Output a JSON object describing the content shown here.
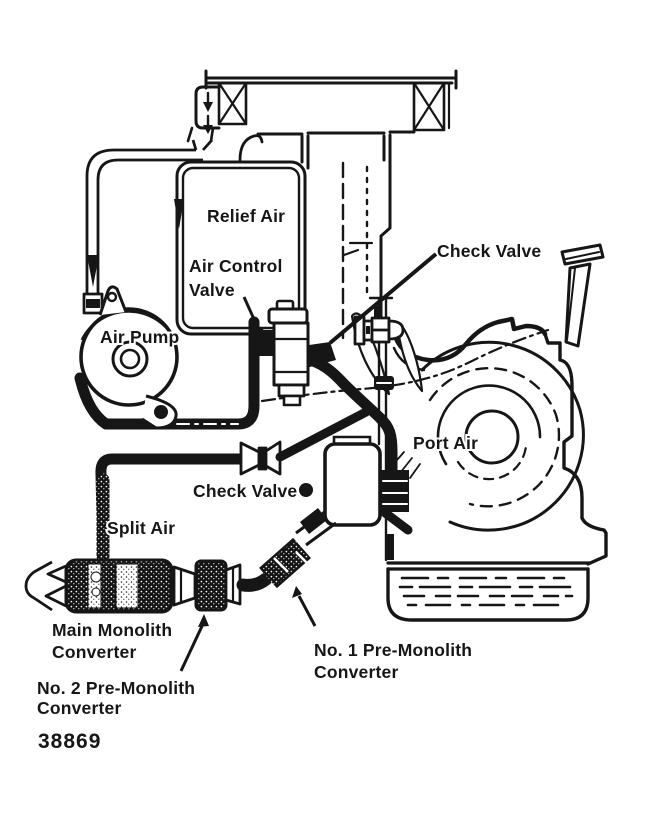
{
  "figure": {
    "number": "38869"
  },
  "colors": {
    "ink": "#161616",
    "paper": "#ffffff"
  },
  "labels": {
    "relief_air": "Relief Air",
    "air_control_1": "Air Control",
    "air_control_2": "Valve",
    "check_valve_top": "Check Valve",
    "air_pump": "Air Pump",
    "port_air": "Port Air",
    "check_valve_bottom": "Check Valve",
    "split_air": "Split Air",
    "main_monolith_1": "Main Monolith",
    "main_monolith_2": "Converter",
    "no2_pre_monolith_1": "No. 2 Pre-Monolith",
    "no2_pre_monolith_2": "Converter",
    "no1_pre_monolith_1": "No. 1 Pre-Monolith",
    "no1_pre_monolith_2": "Converter"
  }
}
